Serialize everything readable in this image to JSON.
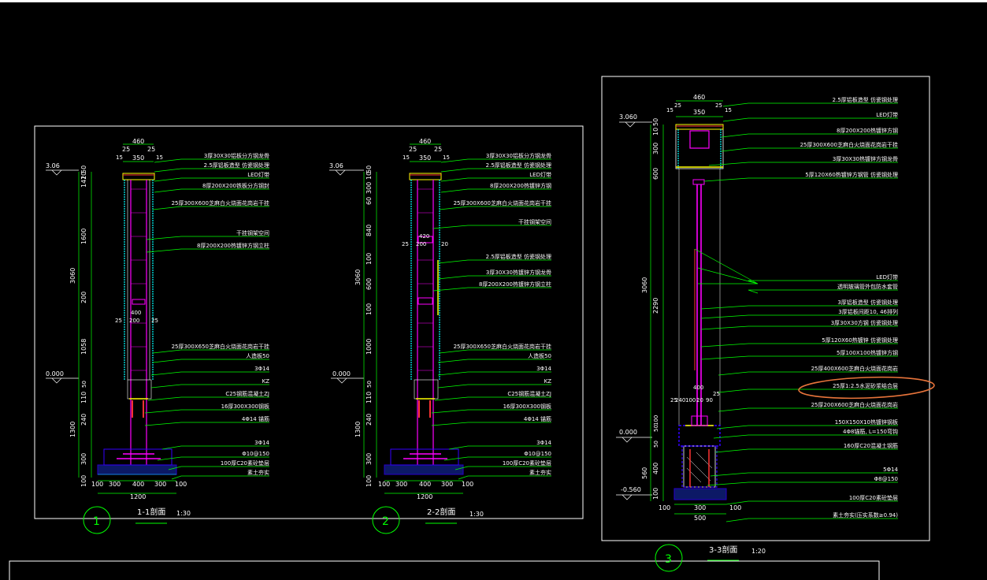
{
  "colors": {
    "background": "#000000",
    "frame": "#ffffff",
    "leader": "#00ff00",
    "column": "#ff00ff",
    "cyan": "#00ffff",
    "yellow": "#ffff00",
    "red": "#ff3b3b",
    "blue": "#3050ff",
    "annotation": "#e8743b"
  },
  "section1": {
    "circle_num": "1",
    "title": "1-1剖面",
    "scale": "1:30",
    "top_dims": [
      "460",
      "25",
      "25",
      "15",
      "350",
      "15"
    ],
    "elev_top": "3.06",
    "elev_zero": "0.000",
    "left_dims": [
      "10",
      "50",
      "142",
      "1600",
      "3060",
      "200",
      "1058",
      "50",
      "110",
      "240",
      "1300",
      "300",
      "100"
    ],
    "mid_dims": [
      "400",
      "25",
      "200",
      "25"
    ],
    "bottom_dims": [
      "100",
      "300",
      "400",
      "300",
      "100",
      "1200"
    ],
    "labels": [
      "3厚30X30铝板分方钢龙骨",
      "2.5厚铝板造型 仿瓷钢处理",
      "LED灯带",
      "8厚200X200铁板分方钢封",
      "25厚300X600芝麻白火烧面花岗岩干挂",
      "干挂钢架空间",
      "8厚200X200热镀锌方钢立柱",
      "25厚300X650芝麻白火烧面花岗岩干挂",
      "人造板50",
      "3Φ14",
      "KZ",
      "C25钢筋混凝土ZJ",
      "16厚300X300钢板",
      "4Φ14 锚筋",
      "3Φ14",
      "Φ10@150",
      "100厚C20素砼垫层",
      "素土夯实"
    ]
  },
  "section2": {
    "circle_num": "2",
    "title": "2-2剖面",
    "scale": "1:30",
    "top_dims": [
      "460",
      "25",
      "25",
      "15",
      "350",
      "15"
    ],
    "elev_top": "3.06",
    "elev_zero": "0.000",
    "left_dims": [
      "10",
      "50",
      "60",
      "300",
      "840",
      "3060",
      "600",
      "100",
      "100",
      "1000",
      "50",
      "110",
      "240",
      "1300",
      "300",
      "100"
    ],
    "mid_dims": [
      "420",
      "25",
      "200",
      "20"
    ],
    "bottom_dims": [
      "100",
      "300",
      "400",
      "300",
      "100",
      "1200"
    ],
    "labels": [
      "3厚30X30铝板分方钢龙骨",
      "2.5厚铝板造型 仿瓷钢处理",
      "LED灯带",
      "8厚200X200热镀锌方钢",
      "25厚300X600芝麻白火烧面花岗岩干挂",
      "干挂钢架空间",
      "2.5厚铝板造型 仿瓷钢处理",
      "3厚30X30热镀锌方钢龙骨",
      "8厚200X200热镀锌方钢立柱",
      "25厚300X650芝麻白火烧面花岗岩干挂",
      "人造板50",
      "3Φ14",
      "KZ",
      "C25钢筋混凝土ZJ",
      "16厚300X300钢板",
      "4Φ14 锚筋",
      "3Φ14",
      "Φ10@150",
      "100厚C20素砼垫层",
      "素土夯实"
    ]
  },
  "section3": {
    "circle_num": "3",
    "title": "3-3剖面",
    "scale": "1:20",
    "top_dims": [
      "460",
      "15",
      "25",
      "25",
      "15",
      "350"
    ],
    "elev_top": "3.060",
    "elev_zero": "0.000",
    "elev_bottom": "-0.560",
    "left_dims": [
      "10",
      "50",
      "300",
      "600",
      "3060",
      "2290",
      "50",
      "100",
      "50",
      "560",
      "400",
      "100"
    ],
    "mid_dims": [
      "400",
      "25",
      "240",
      "100",
      "20",
      "90",
      "25"
    ],
    "bottom_dims": [
      "100",
      "300",
      "100",
      "500"
    ],
    "labels": [
      "2.5厚铝板造型 仿瓷钢处理",
      "LED灯带",
      "8厚200X200热镀锌方钢",
      "25厚300X600芝麻白火烧面花岗岩干挂",
      "3厚30X30热镀锌方钢龙骨",
      "5厚120X60热镀锌方钢管 仿瓷钢处理",
      "LED灯带",
      "透明玻璃管外包防水套管",
      "3厚铝板造型 仿瓷钢处理",
      "3厚铝板间距10, 46排列",
      "3厚30X30方钢 仿瓷钢处理",
      "5厚120X60热镀锌 仿瓷钢处理",
      "5厚100X100热镀锌方钢",
      "25厚400X600芝麻白火烧面花岗岩",
      "25厚1:2.5水泥砂浆结合层",
      "25厚200X600芝麻白火烧面花岗岩",
      "150X150X10热镀锌钢板",
      "4Φ8锚筋, L=150弯钩",
      "160厚C20混凝土钢筋",
      "5Φ14",
      "Φ8@150",
      "100厚C20素砼垫层",
      "素土夯实(压实系数≥0.94)"
    ]
  }
}
